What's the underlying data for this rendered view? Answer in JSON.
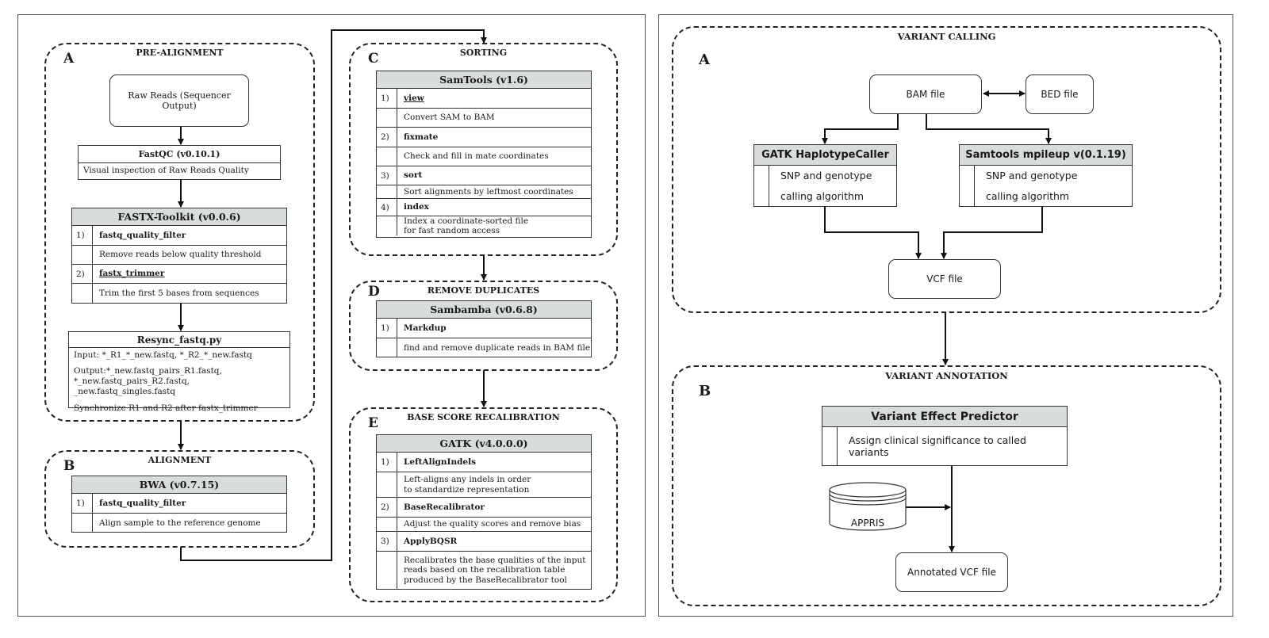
{
  "left": {
    "pre_alignment": {
      "letter": "A",
      "title": "PRE-ALIGNMENT",
      "raw_reads": "Raw Reads (Sequencer Output)",
      "fastqc": {
        "name": "FastQC (v0.10.1)",
        "desc": "Visual inspection of Raw Reads Quality"
      },
      "fastx": {
        "name": "FASTX-Toolkit (v0.0.6)",
        "steps": [
          {
            "num": "1)",
            "cmd": "fastq_quality_filter",
            "desc": "Remove reads below quality threshold"
          },
          {
            "num": "2)",
            "cmd": "fastx_trimmer",
            "desc": "Trim the first 5 bases from sequences"
          }
        ]
      },
      "resync": {
        "name": "Resync_fastq.py",
        "input": "Input: *_R1_*_new.fastq, *_R2_*_new.fastq",
        "output1": "Output:*_new.fastq_pairs_R1.fastq,",
        "output2": "*_new.fastq_pairs_R2.fastq, _new.fastq_singles.fastq",
        "sync": "Synchronize R1 and R2 after fastx_trimmer"
      }
    },
    "alignment": {
      "letter": "B",
      "title": "ALIGNMENT",
      "tool": "BWA (v0.7.15)",
      "steps": [
        {
          "num": "1)",
          "cmd": "fastq_quality_filter",
          "desc": "Align sample to the reference genome"
        }
      ]
    },
    "sorting": {
      "letter": "C",
      "title": "SORTING",
      "tool": "SamTools (v1.6)",
      "steps": [
        {
          "num": "1)",
          "cmd": "view",
          "desc": "Convert SAM to BAM"
        },
        {
          "num": "2)",
          "cmd": "fixmate",
          "desc": "Check and fill in mate coordinates"
        },
        {
          "num": "3)",
          "cmd": "sort",
          "desc": "Sort alignments by leftmost coordinates"
        },
        {
          "num": "4)",
          "cmd": "index",
          "desc1": "Index a coordinate-sorted file",
          "desc2": "for fast random access"
        }
      ]
    },
    "remove_duplicates": {
      "letter": "D",
      "title": "REMOVE DUPLICATES",
      "tool": "Sambamba (v0.6.8)",
      "steps": [
        {
          "num": "1)",
          "cmd": "Markdup",
          "desc": "find and remove duplicate reads in BAM file"
        }
      ]
    },
    "recalibration": {
      "letter": "E",
      "title": "BASE SCORE RECALIBRATION",
      "tool": "GATK (v4.0.0.0)",
      "steps": [
        {
          "num": "1)",
          "cmd": "LeftAlignIndels",
          "desc1": "Left-aligns any indels  in order",
          "desc2": "to standardize representation"
        },
        {
          "num": "2)",
          "cmd": "BaseRecalibrator",
          "desc": "Adjust the quality scores and remove bias"
        },
        {
          "num": "3)",
          "cmd": "ApplyBQSR",
          "desc1": "Recalibrates the base qualities of the input",
          "desc2": "reads based on the recalibration table",
          "desc3": "produced by the BaseRecalibrator tool"
        }
      ]
    }
  },
  "right": {
    "variant_calling": {
      "letter": "A",
      "title": "VARIANT CALLING",
      "bam": "BAM file",
      "bed": "BED file",
      "gatk": {
        "name": "GATK HaplotypeCaller",
        "line1": "SNP and genotype",
        "line2": "calling algorithm"
      },
      "samtools": {
        "name": "Samtools mpileup v(0.1.19)",
        "line1": "SNP and genotype",
        "line2": "calling algorithm"
      },
      "vcf": "VCF file"
    },
    "variant_annotation": {
      "letter": "B",
      "title": "VARIANT ANNOTATION",
      "vep": {
        "name": "Variant Effect Predictor",
        "desc": "Assign clinical significance to called variants"
      },
      "appris": "APPRIS",
      "annotated": "Annotated VCF file"
    }
  }
}
